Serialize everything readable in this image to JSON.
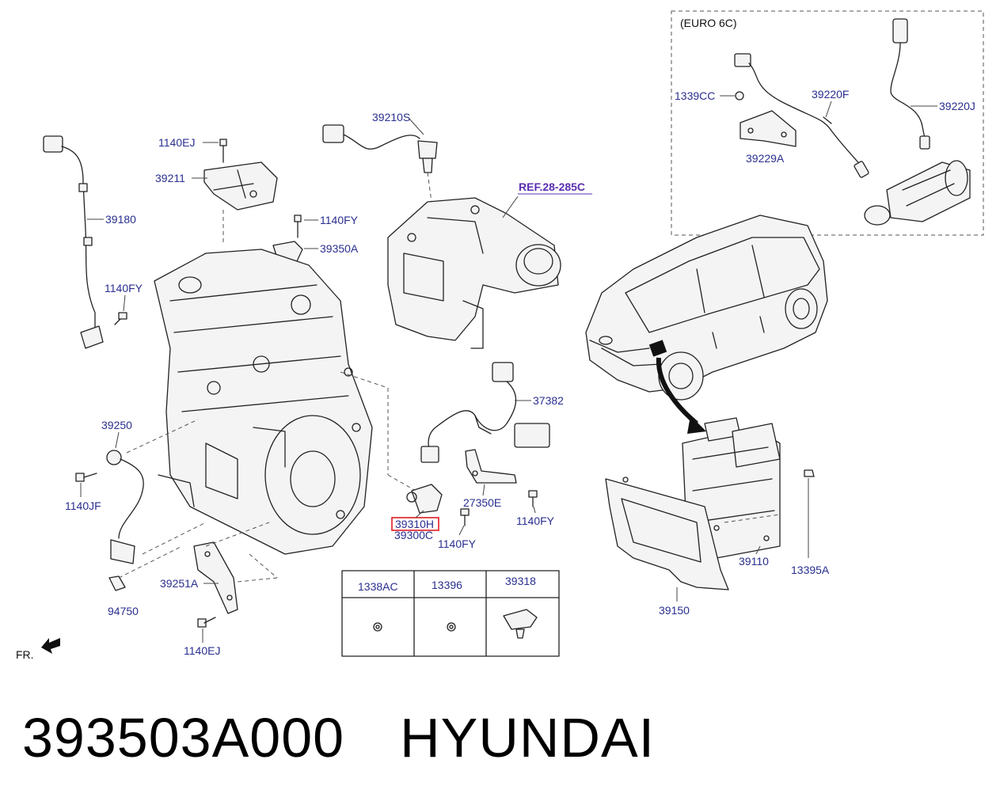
{
  "labels": {
    "euro6c": "(EURO 6C)",
    "p1339CC": "1339CC",
    "p39220F": "39220F",
    "p39220J": "39220J",
    "p39229A": "39229A",
    "p39210S": "39210S",
    "ref": "REF.28-285C",
    "p1140EJ_top": "1140EJ",
    "p39211": "39211",
    "p39180": "39180",
    "p1140FY_a": "1140FY",
    "p39350A": "39350A",
    "p1140FY_left": "1140FY",
    "p37382": "37382",
    "p39250": "39250",
    "p1140JF": "1140JF",
    "p27350E": "27350E",
    "p1140FY_b": "1140FY",
    "p39310H": "39310H",
    "p39300C": "39300C",
    "p1140FY_c": "1140FY",
    "p39110": "39110",
    "p13395A": "13395A",
    "p39150": "39150",
    "p39251A": "39251A",
    "p94750": "94750",
    "p1140EJ_bottom": "1140EJ",
    "fr": "FR."
  },
  "table": {
    "headers": [
      "1338AC",
      "13396",
      "39318"
    ]
  },
  "highlight_color": "#e01b24",
  "label_color": "#2a2f8f",
  "caption": {
    "part_number": "393503A000",
    "brand": "HYUNDAI"
  }
}
